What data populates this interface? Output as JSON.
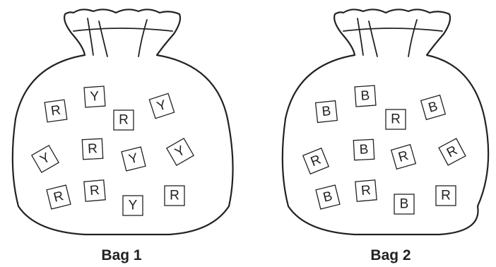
{
  "bags": [
    {
      "label": "Bag 1",
      "tiles": [
        "R",
        "Y",
        "R",
        "Y",
        "Y",
        "R",
        "Y",
        "Y",
        "R",
        "R",
        "Y",
        "R"
      ]
    },
    {
      "label": "Bag 2",
      "tiles": [
        "B",
        "B",
        "R",
        "B",
        "R",
        "B",
        "R",
        "R",
        "B",
        "R",
        "B",
        "R"
      ]
    }
  ]
}
